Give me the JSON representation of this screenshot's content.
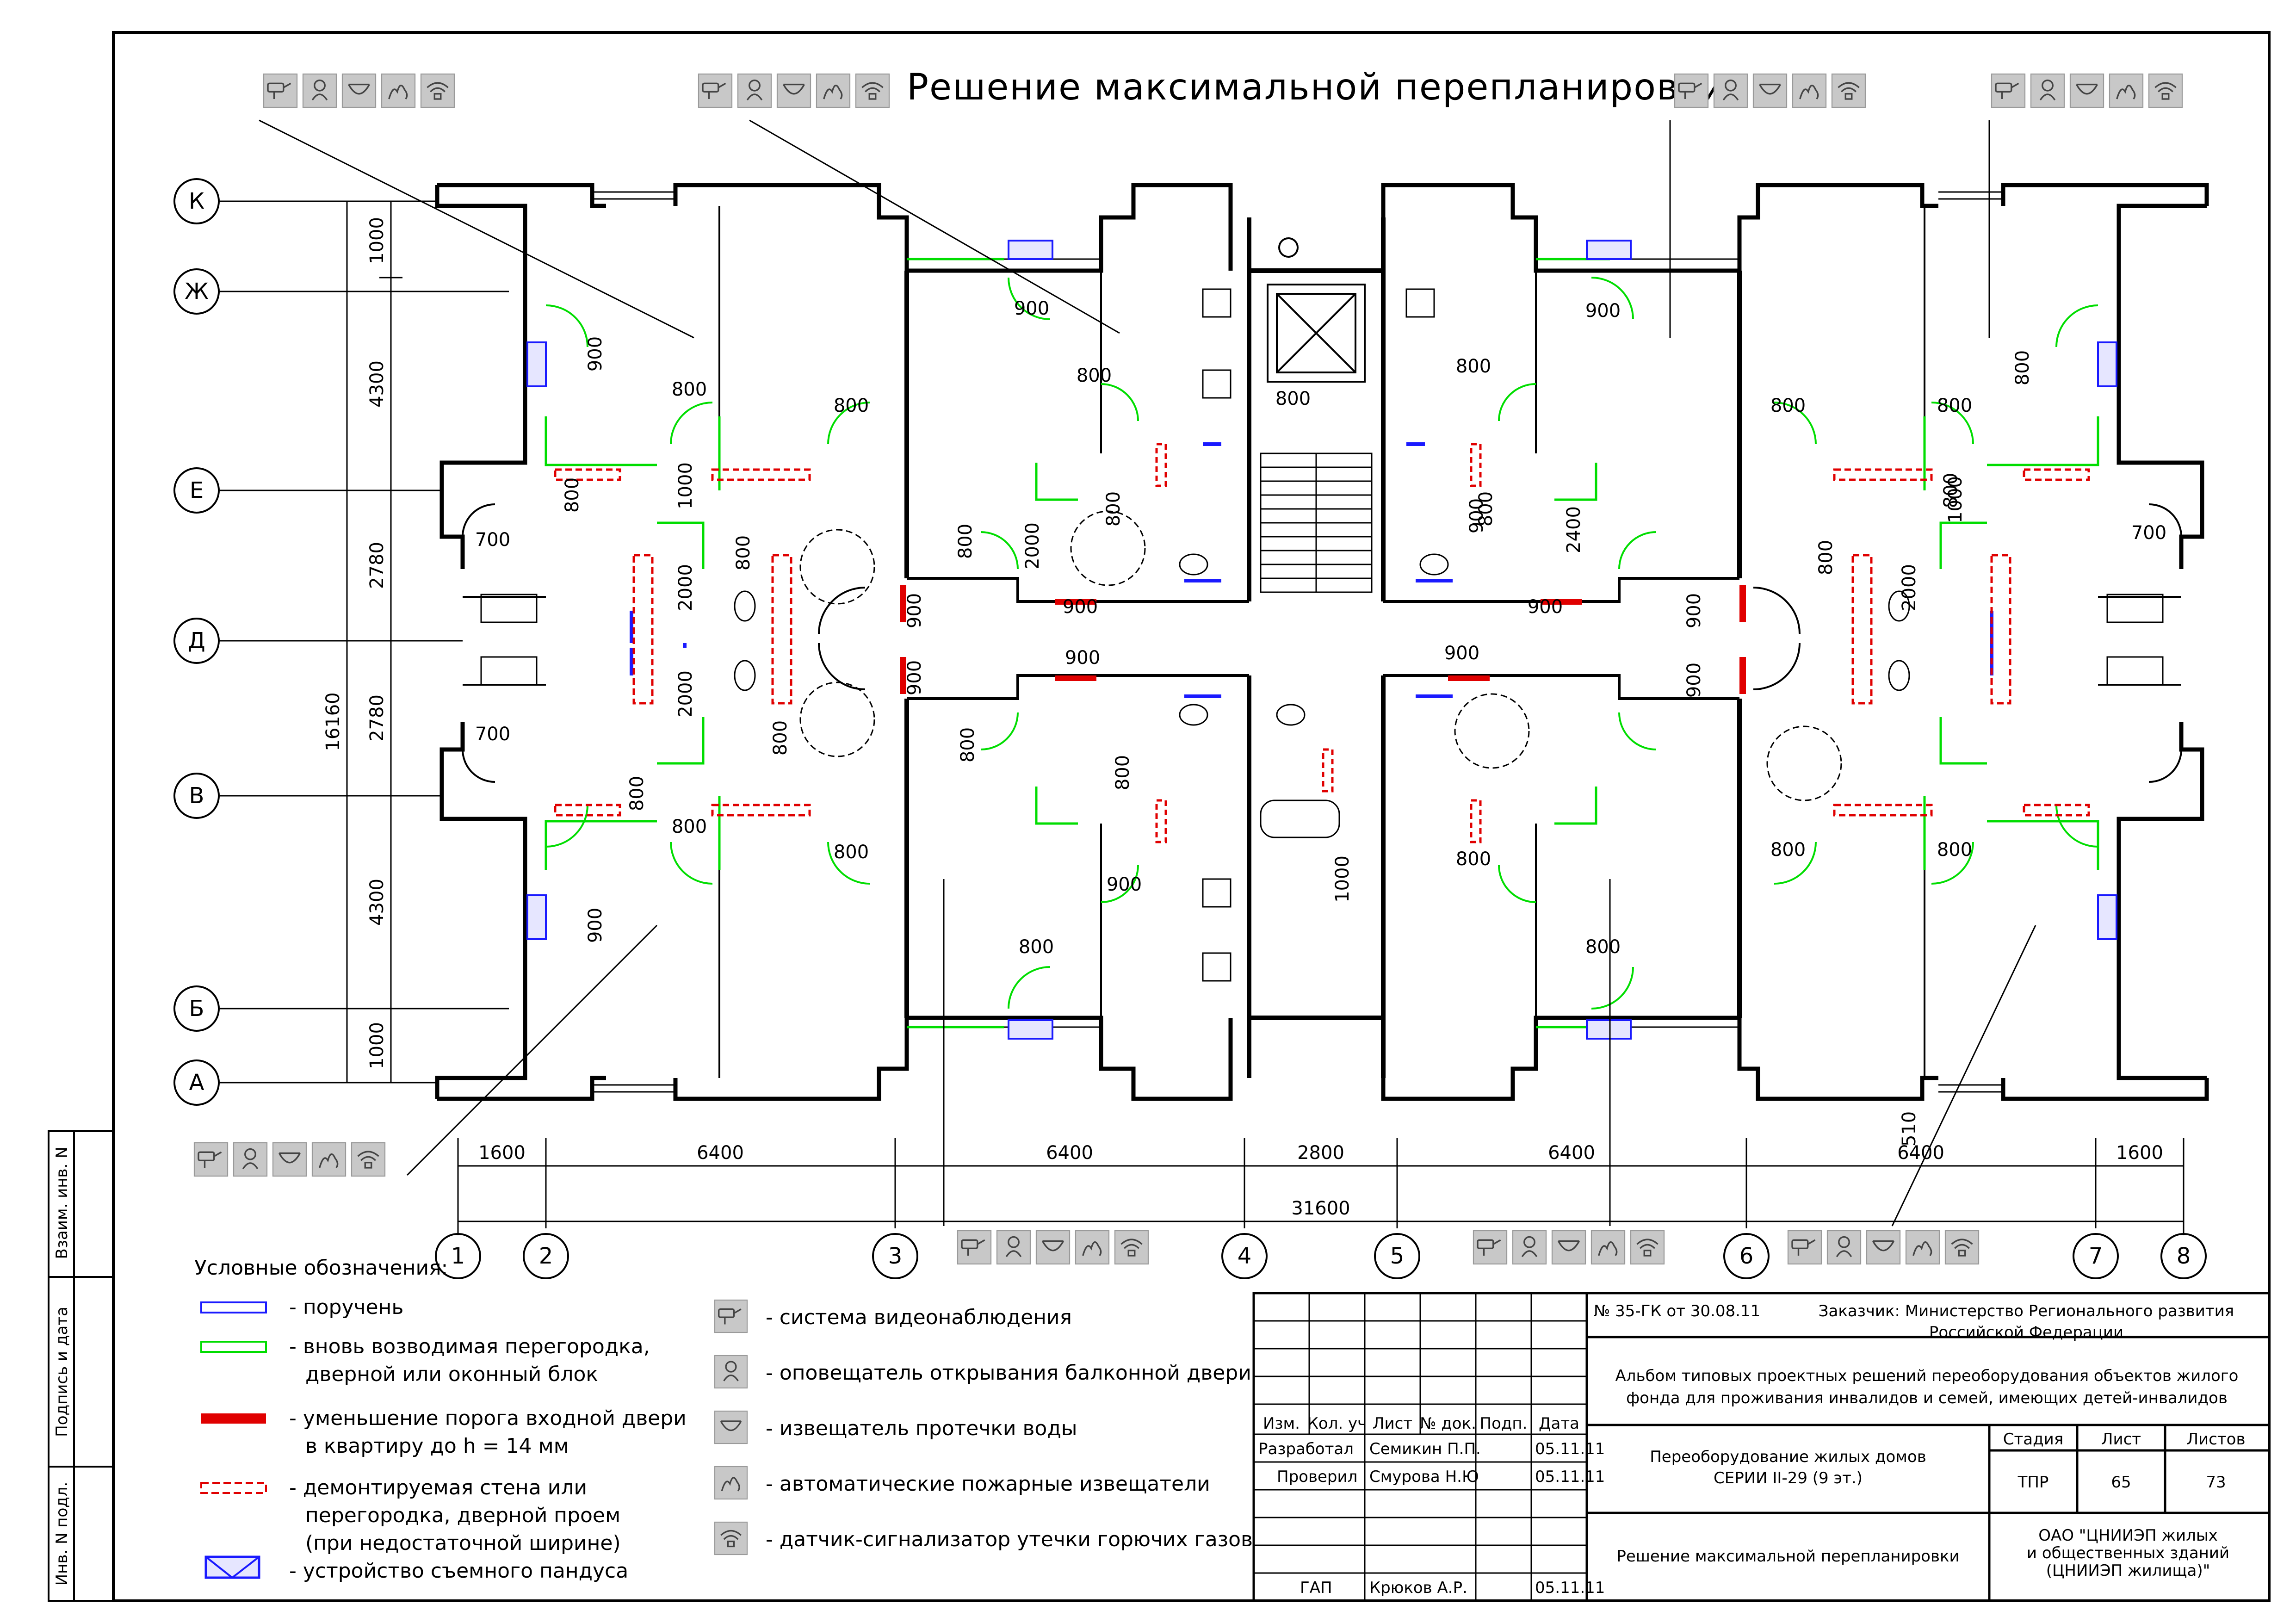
{
  "title": "Решение максимальной  перепланировки",
  "colors": {
    "handrail": "#1a1aff",
    "new_partition": "#00dd00",
    "threshold": "#e00000",
    "demolish": "#e00000",
    "ramp": "#1a1aff",
    "wall": "#000000"
  },
  "grid_rows": [
    "К",
    "Ж",
    "Е",
    "Д",
    "В",
    "Б",
    "А"
  ],
  "grid_cols": [
    "1",
    "2",
    "3",
    "4",
    "5",
    "6",
    "7",
    "8"
  ],
  "vertical_dims": {
    "segments": [
      "1000",
      "4300",
      "2780",
      "2780",
      "4300",
      "1000"
    ],
    "total": "16160"
  },
  "horizontal_dims": {
    "segments": [
      "1600",
      "6400",
      "6400",
      "2800",
      "6400",
      "6400",
      "1600"
    ],
    "total": "31600",
    "extra": "510"
  },
  "door_labels": [
    "900",
    "800",
    "800",
    "700",
    "800",
    "1000",
    "800",
    "2000",
    "2000",
    "900",
    "900",
    "900",
    "900",
    "800",
    "2000",
    "800",
    "800",
    "800",
    "900",
    "900",
    "800",
    "900",
    "2400",
    "800",
    "900",
    "900",
    "900",
    "2000",
    "800",
    "800",
    "700",
    "800",
    "800",
    "1000",
    "800",
    "700",
    "900",
    "800",
    "800",
    "800",
    "800",
    "800",
    "900",
    "800",
    "800",
    "900",
    "1000",
    "800",
    "800",
    "800",
    "800"
  ],
  "legend": {
    "title": "Условные обозначения:",
    "items": [
      {
        "icon": "handrail-line",
        "text": "- поручень"
      },
      {
        "icon": "partition-line",
        "text": "- вновь возводимая перегородка,\nдверной или оконный блок"
      },
      {
        "icon": "threshold-bar",
        "text": "- уменьшение порога входной двери\nв квартиру до h = 14 мм"
      },
      {
        "icon": "demolish-dashed",
        "text": "- демонтируемая стена или\nперегородка, дверной проем\n(при недостаточной ширине)"
      },
      {
        "icon": "ramp-symbol",
        "text": "- устройство съемного пандуса"
      }
    ],
    "devices": [
      {
        "icon": "video-camera-icon",
        "text": "- система видеонаблюдения"
      },
      {
        "icon": "door-alarm-icon",
        "text": "- оповещатель открывания балконной двери"
      },
      {
        "icon": "water-leak-icon",
        "text": "- извещатель протечки воды"
      },
      {
        "icon": "fire-detector-icon",
        "text": "- автоматические пожарные извещатели"
      },
      {
        "icon": "gas-detector-icon",
        "text": "- датчик-сигнализатор утечки горючих газов"
      }
    ]
  },
  "side_stamp": [
    "Взаим. инв. N",
    "Подпись и дата",
    "Инв. N подл."
  ],
  "title_block": {
    "contract": "№ 35-ГК от 30.08.11",
    "customer": "Заказчик: Министерство Регионального развития\nРоссийской Федерации",
    "album": "Альбом типовых проектных решений переоборудования объектов жилого\nфонда для проживания инвалидов и семей, имеющих детей-инвалидов",
    "headers": [
      "Изм.",
      "Кол. уч",
      "Лист",
      "№ док.",
      "Подп.",
      "Дата"
    ],
    "people": [
      {
        "role": "Разработал",
        "name": "Семикин П.П.",
        "date": "05.11.11"
      },
      {
        "role": "Проверил",
        "name": "Смурова Н.Ю",
        "date": "05.11.11"
      },
      {
        "role": "ГАП",
        "name": "Крюков А.Р.",
        "date": "05.11.11"
      }
    ],
    "project": "Переоборудование жилых домов\nСЕРИИ II-29 (9 эт.)",
    "sheet_title": "Решение максимальной перепланировки",
    "stage_label": "Стадия",
    "sheet_label": "Лист",
    "sheets_label": "Листов",
    "stage": "ТПР",
    "sheet": "65",
    "sheets": "73",
    "org": "ОАО \"ЦНИИЭП жилых\nи общественных зданий\n(ЦНИИЭП жилища)\""
  }
}
